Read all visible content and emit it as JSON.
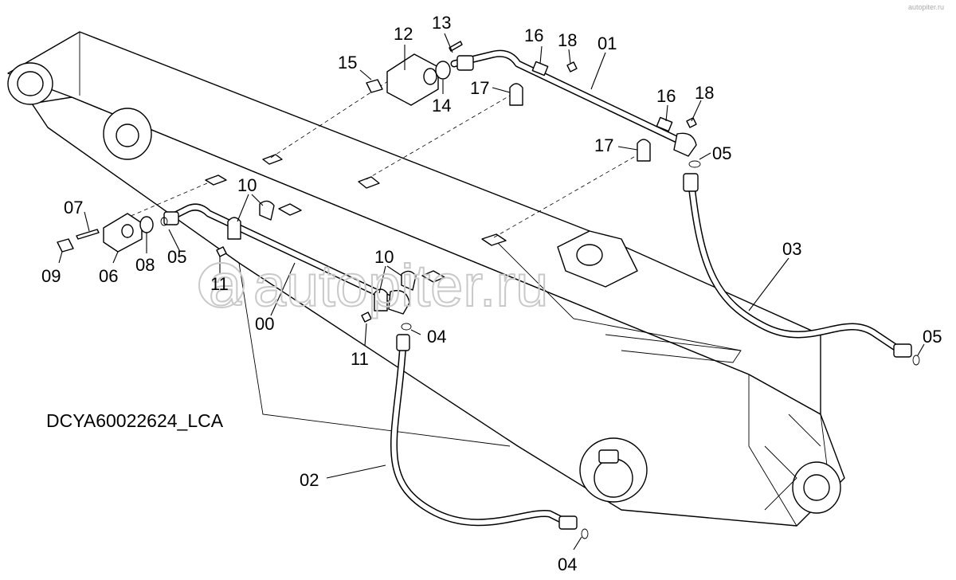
{
  "diagram_code": "DCYA60022624_LCA",
  "watermark": "autopiter.ru",
  "corner_mark": "autopiter.ru",
  "callouts": [
    "00",
    "01",
    "02",
    "03",
    "04",
    "04",
    "05",
    "05",
    "05",
    "06",
    "07",
    "08",
    "09",
    "10",
    "10",
    "11",
    "11",
    "12",
    "13",
    "14",
    "15",
    "16",
    "16",
    "17",
    "17",
    "18",
    "18"
  ]
}
